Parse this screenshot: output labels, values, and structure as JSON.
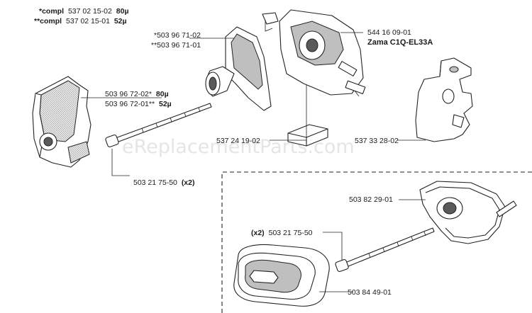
{
  "labels": {
    "compl_1_prefix": "*compl",
    "compl_1_number": "537 02 15-02",
    "compl_1_size": "80",
    "compl_2_prefix": "**compl",
    "compl_2_number": "537 02 15-01",
    "compl_2_size": "52",
    "micro_unit": "µ",
    "intake_1": "*503 96 71-02",
    "intake_2": "**503 96 71-01",
    "carb_number": "544 16 09-01",
    "carb_model": "Zama C1Q-EL33A",
    "filter_1_number": "503 96 72-02*",
    "filter_1_size": "80",
    "filter_2_number": "503 96 72-01**",
    "filter_2_size": "52",
    "gasket": "537 24 19-02",
    "plate": "537 33 28-02",
    "screw_1": "503 21 75-50",
    "screw_1_qty": "(x2)",
    "holder": "503 82 29-01",
    "screw_2_qty": "(x2)",
    "screw_2": "503 21 75-50",
    "sleeve": "503 84 49-01"
  },
  "watermark": "eReplacementParts.com"
}
